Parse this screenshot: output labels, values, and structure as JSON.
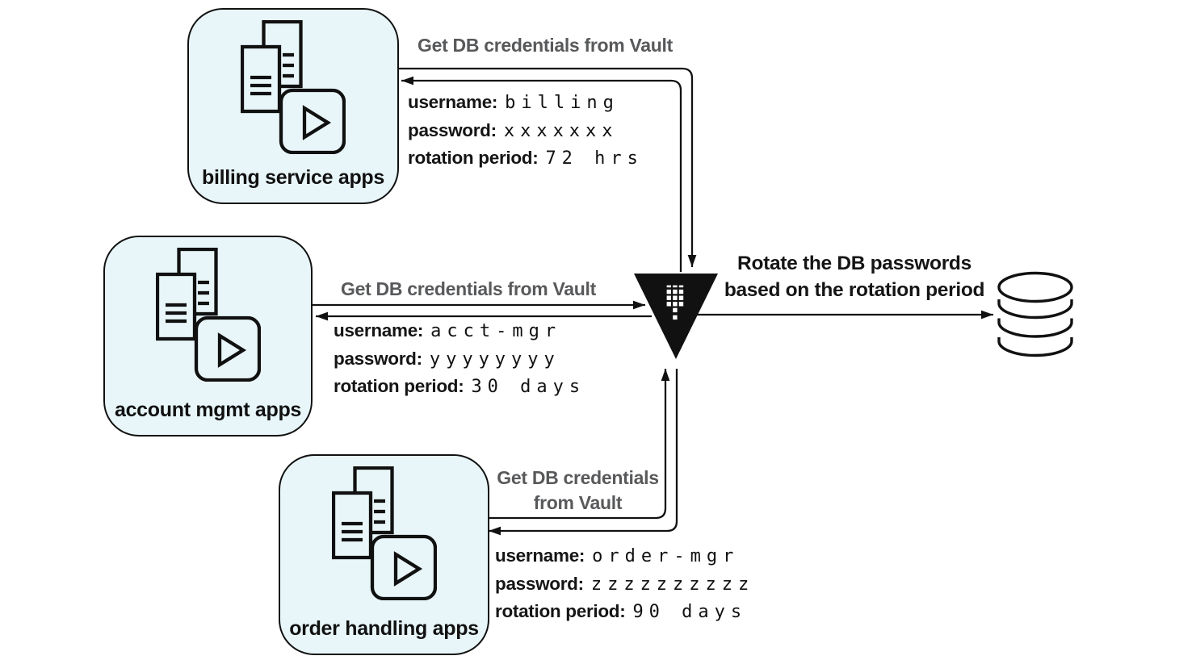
{
  "apps": [
    {
      "label": "billing service apps",
      "arrow_label_lines": [
        "Get DB credentials from Vault",
        ""
      ],
      "credentials": [
        {
          "label": "username:",
          "value": "billing"
        },
        {
          "label": "password:",
          "value": "xxxxxxx"
        },
        {
          "label": "rotation period:",
          "value": "72 hrs"
        }
      ]
    },
    {
      "label": "account mgmt apps",
      "arrow_label_lines": [
        "Get DB credentials from Vault",
        ""
      ],
      "credentials": [
        {
          "label": "username:",
          "value": "acct-mgr"
        },
        {
          "label": "password:",
          "value": "yyyyyyyy"
        },
        {
          "label": "rotation period:",
          "value": "30 days"
        }
      ]
    },
    {
      "label": "order handling apps",
      "arrow_label_lines": [
        "Get DB credentials",
        "from Vault"
      ],
      "credentials": [
        {
          "label": "username:",
          "value": "order-mgr"
        },
        {
          "label": "password:",
          "value": "zzzzzzzzzz"
        },
        {
          "label": "rotation period:",
          "value": "90 days"
        }
      ]
    }
  ],
  "rotate_note_lines": [
    "Rotate the DB passwords",
    "based on the rotation period"
  ],
  "icons": {
    "vault": "vault-logo-triangle",
    "database": "database-cylinder",
    "app": "application-stack-with-play"
  },
  "colors": {
    "app_box_fill": "#e8f6f9",
    "stroke": "#111111",
    "gray_label": "#58595b",
    "text": "#151515",
    "background": "#ffffff"
  }
}
